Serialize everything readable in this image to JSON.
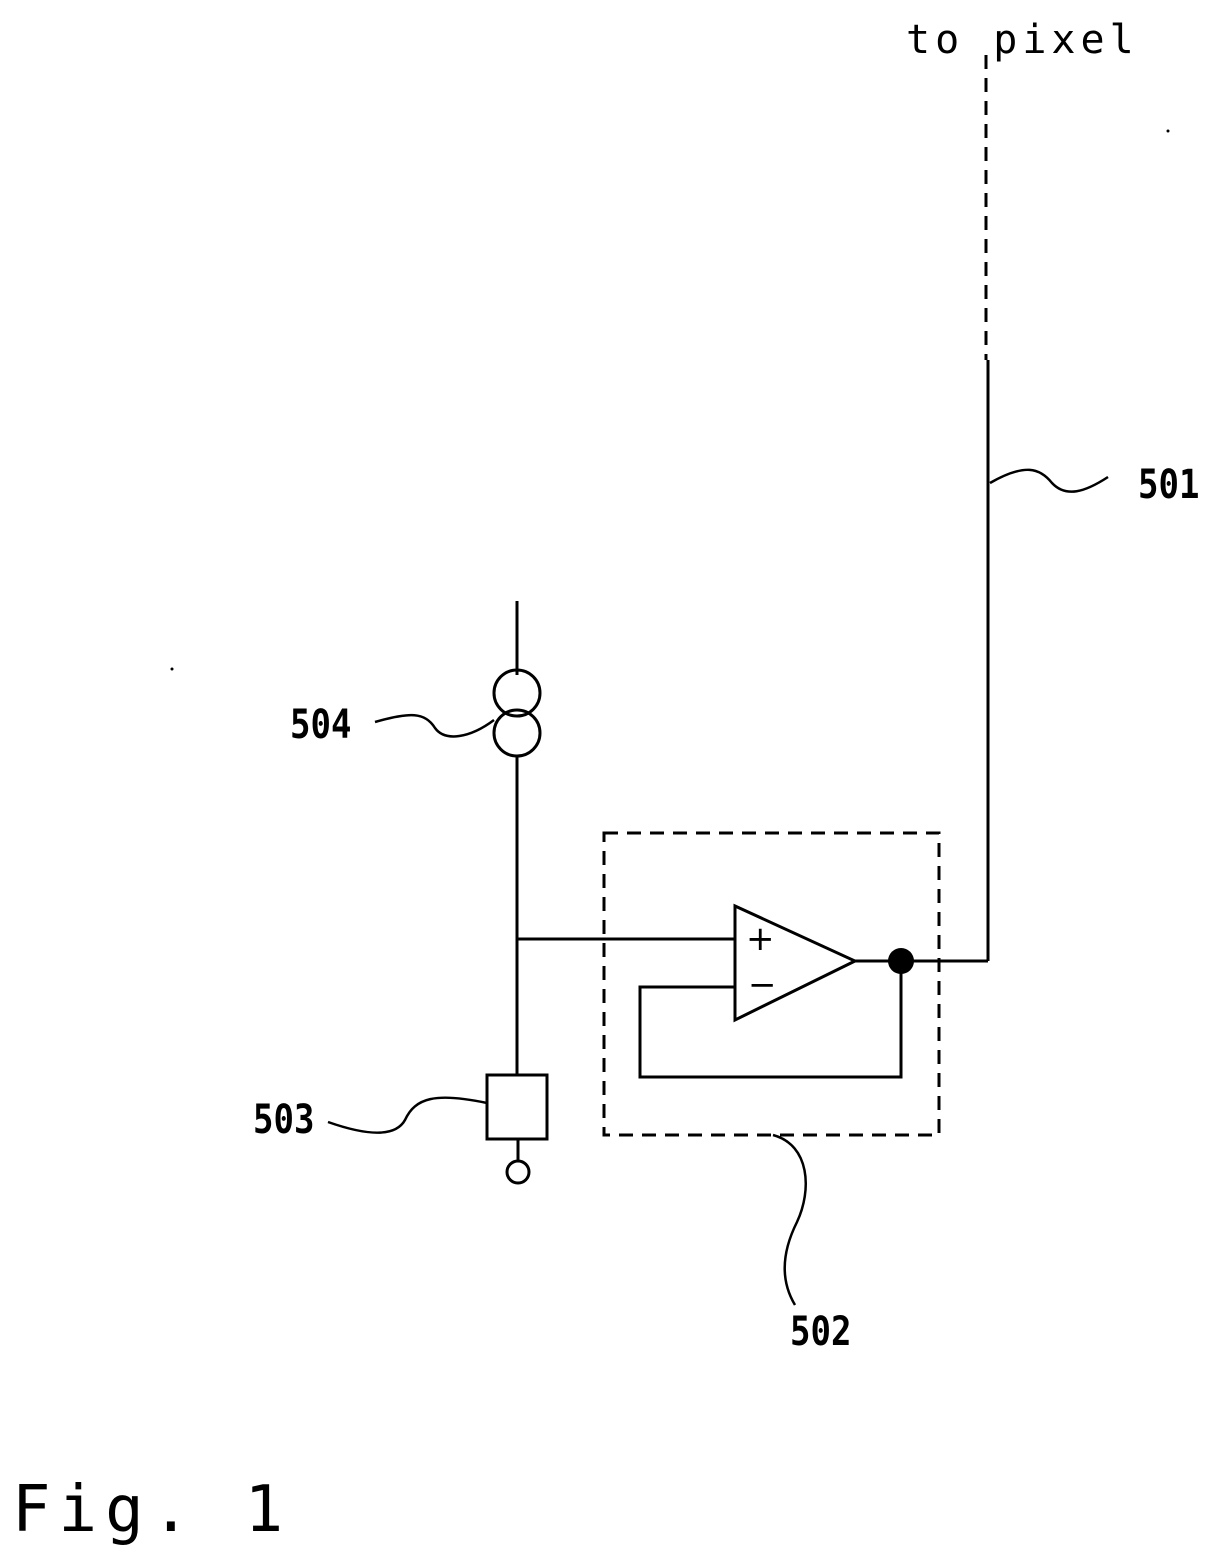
{
  "diagram": {
    "labels": {
      "to_pixel": "to pixel",
      "ref_501": "501",
      "ref_502": "502",
      "ref_503": "503",
      "ref_504": "504"
    },
    "opamp_plus": "+",
    "opamp_minus": "−",
    "figure_caption": "Fig. 1"
  }
}
